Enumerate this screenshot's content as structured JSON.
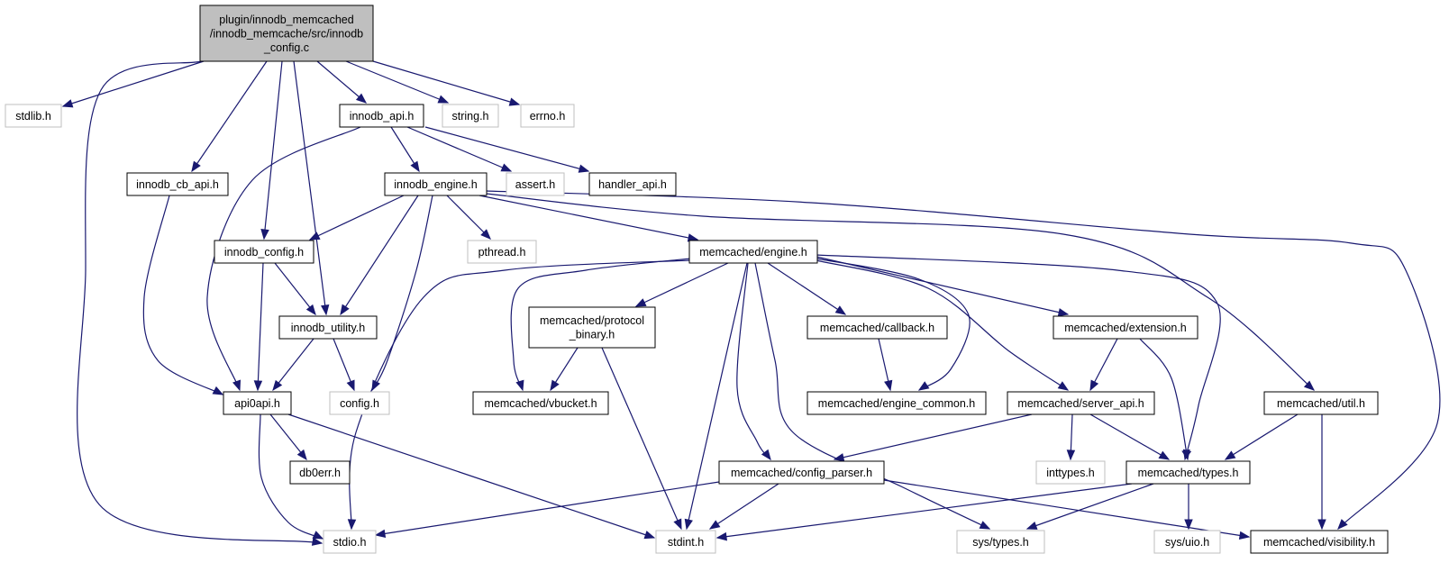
{
  "diagram": {
    "type": "include-dependency-graph",
    "colors": {
      "root_fill": "#bfbfbf",
      "root_stroke": "#000000",
      "documented_stroke": "#000000",
      "external_stroke": "#bfbfbf",
      "edge": "#191970",
      "text": "#000000"
    },
    "nodes": [
      {
        "id": "root",
        "kind": "root",
        "lines": [
          "plugin/innodb_memcached",
          "/innodb_memcache/src/innodb",
          "_config.c"
        ]
      },
      {
        "id": "stdlib",
        "kind": "external",
        "lines": [
          "stdlib.h"
        ]
      },
      {
        "id": "stdio",
        "kind": "external",
        "lines": [
          "stdio.h"
        ]
      },
      {
        "id": "innodb_cb_api",
        "kind": "documented",
        "lines": [
          "innodb_cb_api.h"
        ]
      },
      {
        "id": "innodb_config",
        "kind": "documented",
        "lines": [
          "innodb_config.h"
        ]
      },
      {
        "id": "innodb_utility",
        "kind": "documented",
        "lines": [
          "innodb_utility.h"
        ]
      },
      {
        "id": "innodb_api",
        "kind": "documented",
        "lines": [
          "innodb_api.h"
        ]
      },
      {
        "id": "string",
        "kind": "external",
        "lines": [
          "string.h"
        ]
      },
      {
        "id": "errno",
        "kind": "external",
        "lines": [
          "errno.h"
        ]
      },
      {
        "id": "api0api",
        "kind": "documented",
        "lines": [
          "api0api.h"
        ]
      },
      {
        "id": "innodb_engine",
        "kind": "documented",
        "lines": [
          "innodb_engine.h"
        ]
      },
      {
        "id": "assert",
        "kind": "external",
        "lines": [
          "assert.h"
        ]
      },
      {
        "id": "handler_api",
        "kind": "documented",
        "lines": [
          "handler_api.h"
        ]
      },
      {
        "id": "pthread",
        "kind": "external",
        "lines": [
          "pthread.h"
        ]
      },
      {
        "id": "config",
        "kind": "external",
        "lines": [
          "config.h"
        ]
      },
      {
        "id": "db0err",
        "kind": "documented",
        "lines": [
          "db0err.h"
        ]
      },
      {
        "id": "stdint",
        "kind": "external",
        "lines": [
          "stdint.h"
        ]
      },
      {
        "id": "mc_engine",
        "kind": "documented",
        "lines": [
          "memcached/engine.h"
        ]
      },
      {
        "id": "mc_protocol_binary",
        "kind": "documented",
        "lines": [
          "memcached/protocol",
          "_binary.h"
        ]
      },
      {
        "id": "mc_vbucket",
        "kind": "documented",
        "lines": [
          "memcached/vbucket.h"
        ]
      },
      {
        "id": "mc_callback",
        "kind": "documented",
        "lines": [
          "memcached/callback.h"
        ]
      },
      {
        "id": "mc_engine_common",
        "kind": "documented",
        "lines": [
          "memcached/engine_common.h"
        ]
      },
      {
        "id": "mc_extension",
        "kind": "documented",
        "lines": [
          "memcached/extension.h"
        ]
      },
      {
        "id": "mc_server_api",
        "kind": "documented",
        "lines": [
          "memcached/server_api.h"
        ]
      },
      {
        "id": "mc_config_parser",
        "kind": "documented",
        "lines": [
          "memcached/config_parser.h"
        ]
      },
      {
        "id": "inttypes",
        "kind": "external",
        "lines": [
          "inttypes.h"
        ]
      },
      {
        "id": "mc_types",
        "kind": "documented",
        "lines": [
          "memcached/types.h"
        ]
      },
      {
        "id": "sys_types",
        "kind": "external",
        "lines": [
          "sys/types.h"
        ]
      },
      {
        "id": "sys_uio",
        "kind": "external",
        "lines": [
          "sys/uio.h"
        ]
      },
      {
        "id": "mc_util",
        "kind": "documented",
        "lines": [
          "memcached/util.h"
        ]
      },
      {
        "id": "mc_visibility",
        "kind": "documented",
        "lines": [
          "memcached/visibility.h"
        ]
      }
    ],
    "edges": [
      [
        "root",
        "stdlib"
      ],
      [
        "root",
        "stdio"
      ],
      [
        "root",
        "innodb_cb_api"
      ],
      [
        "root",
        "innodb_config"
      ],
      [
        "root",
        "innodb_utility"
      ],
      [
        "root",
        "innodb_api"
      ],
      [
        "root",
        "string"
      ],
      [
        "root",
        "errno"
      ],
      [
        "innodb_cb_api",
        "api0api"
      ],
      [
        "innodb_config",
        "innodb_utility"
      ],
      [
        "innodb_config",
        "api0api"
      ],
      [
        "innodb_utility",
        "api0api"
      ],
      [
        "innodb_utility",
        "config"
      ],
      [
        "innodb_api",
        "api0api"
      ],
      [
        "innodb_api",
        "innodb_engine"
      ],
      [
        "innodb_api",
        "assert"
      ],
      [
        "innodb_api",
        "handler_api"
      ],
      [
        "innodb_engine",
        "innodb_config"
      ],
      [
        "innodb_engine",
        "innodb_utility"
      ],
      [
        "innodb_engine",
        "config"
      ],
      [
        "innodb_engine",
        "pthread"
      ],
      [
        "innodb_engine",
        "mc_engine"
      ],
      [
        "innodb_engine",
        "mc_util"
      ],
      [
        "innodb_engine",
        "mc_visibility"
      ],
      [
        "api0api",
        "db0err"
      ],
      [
        "api0api",
        "stdio"
      ],
      [
        "api0api",
        "stdint"
      ],
      [
        "mc_engine",
        "stdio"
      ],
      [
        "mc_engine",
        "mc_vbucket"
      ],
      [
        "mc_engine",
        "mc_protocol_binary"
      ],
      [
        "mc_engine",
        "stdint"
      ],
      [
        "mc_engine",
        "mc_config_parser"
      ],
      [
        "mc_engine",
        "sys_types"
      ],
      [
        "mc_engine",
        "mc_callback"
      ],
      [
        "mc_engine",
        "mc_engine_common"
      ],
      [
        "mc_engine",
        "mc_extension"
      ],
      [
        "mc_engine",
        "mc_server_api"
      ],
      [
        "mc_engine",
        "mc_types"
      ],
      [
        "mc_protocol_binary",
        "mc_vbucket"
      ],
      [
        "mc_protocol_binary",
        "stdint"
      ],
      [
        "mc_callback",
        "mc_engine_common"
      ],
      [
        "mc_extension",
        "mc_server_api"
      ],
      [
        "mc_extension",
        "mc_types"
      ],
      [
        "mc_server_api",
        "mc_config_parser"
      ],
      [
        "mc_server_api",
        "inttypes"
      ],
      [
        "mc_server_api",
        "mc_types"
      ],
      [
        "mc_config_parser",
        "stdio"
      ],
      [
        "mc_config_parser",
        "stdint"
      ],
      [
        "mc_config_parser",
        "mc_visibility"
      ],
      [
        "mc_types",
        "stdint"
      ],
      [
        "mc_types",
        "sys_types"
      ],
      [
        "mc_types",
        "sys_uio"
      ],
      [
        "mc_util",
        "mc_types"
      ],
      [
        "mc_util",
        "mc_visibility"
      ]
    ]
  }
}
